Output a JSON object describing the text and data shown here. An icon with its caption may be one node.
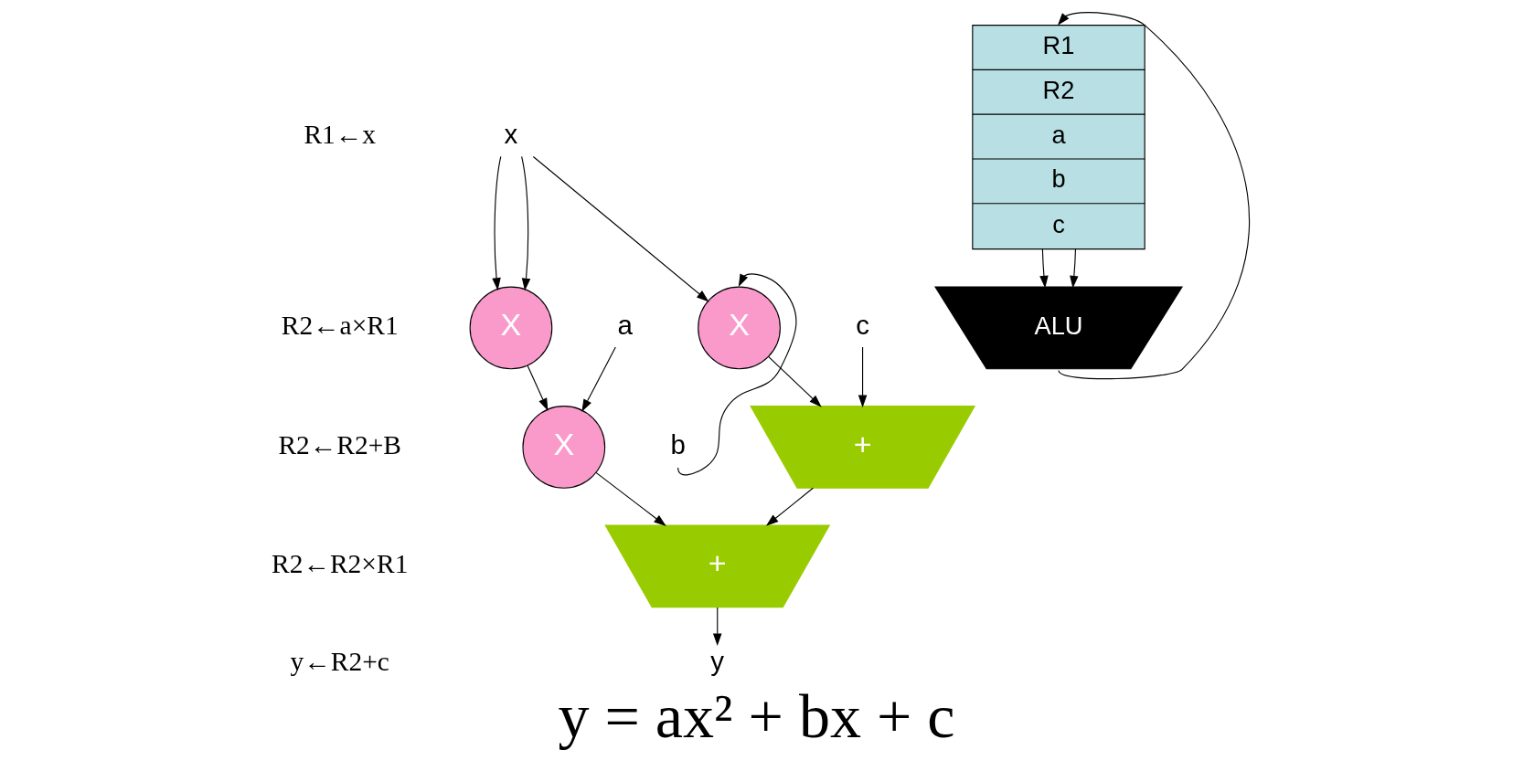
{
  "diagram": {
    "caption": "y = ax² + bx + c",
    "nodes": [
      {
        "text": [
          "x"
        ]
      },
      {
        "text": [
          "X"
        ]
      },
      {
        "text": [
          "X"
        ]
      },
      {
        "text": [
          "b"
        ]
      },
      {
        "text": [
          "c"
        ]
      },
      {
        "text": [
          "a"
        ]
      },
      {
        "text": [
          "X"
        ]
      },
      {
        "text": [
          "+"
        ]
      },
      {
        "text": [
          "+"
        ]
      },
      {
        "text": [
          "y"
        ]
      },
      {
        "text": [
          "R1",
          "R2",
          "a",
          "b",
          "c"
        ]
      },
      {
        "text": [
          "ALU"
        ]
      }
    ],
    "edges": [
      {
        "from": 0,
        "to": 1,
        "arrow": "to"
      },
      {
        "from": 0,
        "to": 1,
        "arrow": "to"
      },
      {
        "from": 0,
        "to": 2,
        "arrow": "to"
      },
      {
        "from": 3,
        "to": 2,
        "arrow": "to"
      },
      {
        "from": 1,
        "to": 6,
        "arrow": "to"
      },
      {
        "from": 5,
        "to": 6,
        "arrow": "to"
      },
      {
        "from": 2,
        "to": 7,
        "arrow": "to"
      },
      {
        "from": 4,
        "to": 7,
        "arrow": "to"
      },
      {
        "from": 6,
        "to": 8,
        "arrow": "to"
      },
      {
        "from": 7,
        "to": 8,
        "arrow": "to"
      },
      {
        "from": 8,
        "to": 9,
        "arrow": "to"
      },
      {
        "from": 10,
        "to": 11,
        "arrow": "to"
      },
      {
        "from": 10,
        "to": 11,
        "arrow": "to"
      },
      {
        "from": 11,
        "to": 10,
        "arrow": "to"
      }
    ],
    "labels": [
      "R1←x",
      "R2←a×R1",
      "R2←R2+B",
      "R2←R2×R1",
      "y←R2+c"
    ]
  }
}
